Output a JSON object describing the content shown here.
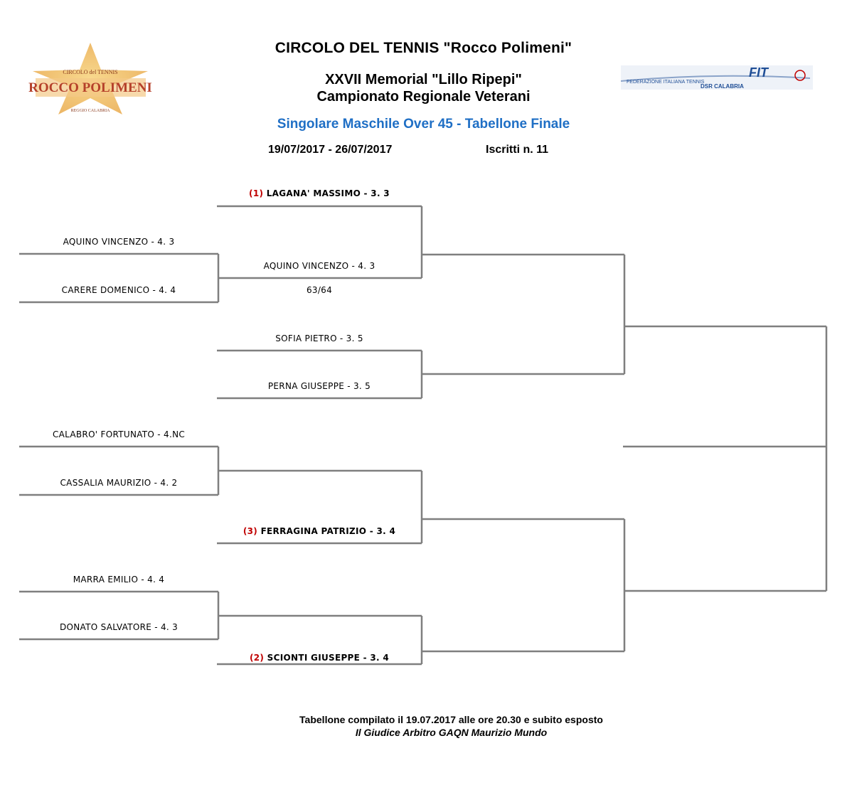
{
  "header": {
    "title": "CIRCOLO DEL TENNIS \"Rocco Polimeni\"",
    "line1": "XXVII Memorial \"Lillo Ripepi\"",
    "line2": "Campionato Regionale Veterani",
    "subtitle": "Singolare Maschile Over 45 - Tabellone Finale",
    "dates": "19/07/2017 - 26/07/2017",
    "entries": "Iscritti n. 11",
    "accent_color": "#1f6fc5",
    "seed_color": "#c00000"
  },
  "logos": {
    "left": {
      "top_text": "CIRCOLO del TENNIS",
      "main_text": "ROCCO POLIMENI",
      "bottom_text": "REGGIO CALABRIA",
      "color": "#b5502a"
    },
    "right": {
      "brand": "FIT",
      "federation": "FEDERAZIONE ITALIANA TENNIS",
      "region": "DSR CALABRIA",
      "color": "#1f4e96"
    }
  },
  "bracket": {
    "round1": [
      {
        "name": "AQUINO VINCENZO - 4. 3"
      },
      {
        "name": "CARERE DOMENICO - 4. 4"
      },
      {
        "name": "CALABRO' FORTUNATO - 4.NC"
      },
      {
        "name": "CASSALIA MAURIZIO - 4. 2"
      },
      {
        "name": "MARRA EMILIO - 4. 4"
      },
      {
        "name": "DONATO SALVATORE - 4. 3"
      }
    ],
    "round2": [
      {
        "seed": "(1)",
        "name": "LAGANA' MASSIMO - 3. 3"
      },
      {
        "name": "AQUINO VINCENZO - 4. 3",
        "score": "63/64"
      },
      {
        "name": "SOFIA PIETRO - 3. 5"
      },
      {
        "name": "PERNA GIUSEPPE - 3. 5"
      },
      {
        "seed": "(3)",
        "name": "FERRAGINA PATRIZIO - 3. 4"
      },
      {
        "seed": "(2)",
        "name": "SCIONTI GIUSEPPE - 3. 4"
      }
    ]
  },
  "footer": {
    "line1": "Tabellone compilato il 19.07.2017 alle ore 20.30 e subito esposto",
    "line2": "Il Giudice Arbitro GAQN Maurizio Mundo"
  }
}
